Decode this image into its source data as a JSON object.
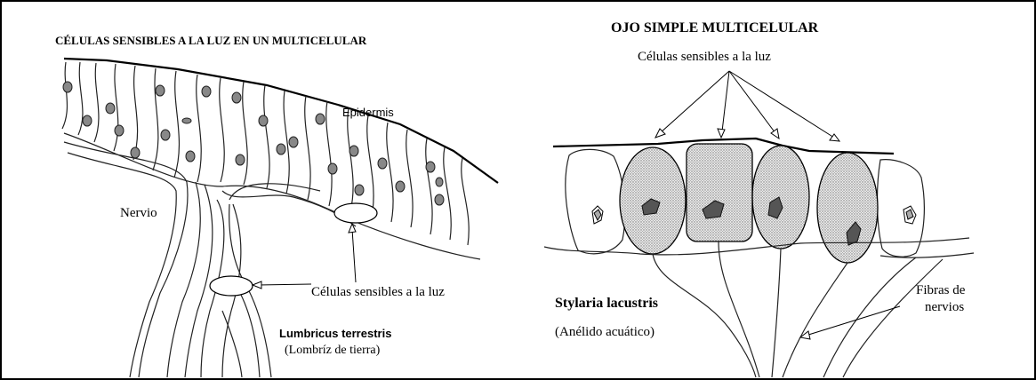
{
  "left_panel": {
    "title": "CÉLULAS SENSIBLES A LA LUZ EN UN MULTICELULAR",
    "label_epidermis": "Epidermis",
    "label_nervio": "Nervio",
    "label_cells": "Células sensibles a la luz",
    "species_name": "Lumbricus terrestris",
    "common_name": "(Lombríz de tierra)"
  },
  "right_panel": {
    "title": "OJO SIMPLE MULTICELULAR",
    "label_cells": "Células sensibles a la luz",
    "species_name": "Stylaria lacustris",
    "common_name": "(Anélido acuático)",
    "label_fibers_line1": "Fibras de",
    "label_fibers_line2": "nervios"
  }
}
